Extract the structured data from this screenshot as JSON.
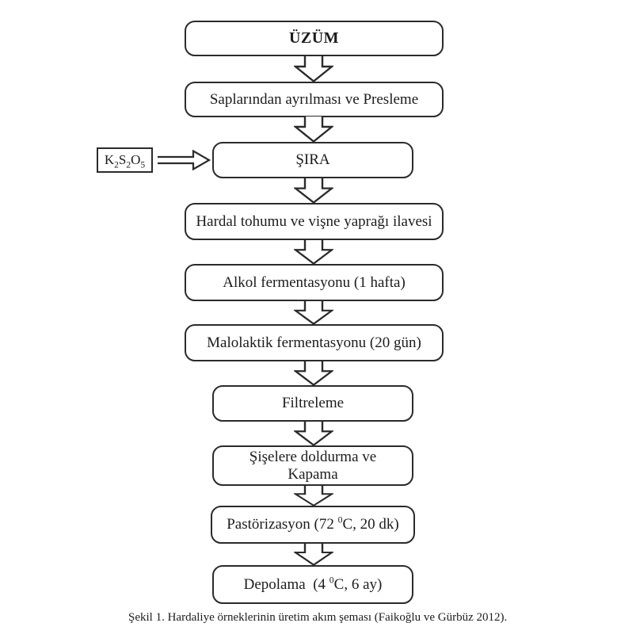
{
  "figure": {
    "caption": "Şekil 1. Hardaliye örneklerinin üretim akım şeması (Faikoğlu ve Gürbüz 2012)."
  },
  "flowchart": {
    "node_uzum": "ÜZÜM",
    "node_presleme": "Saplarından ayrılması ve Presleme",
    "node_sira": "ŞIRA",
    "node_hardal": "Hardal tohumu ve vişne yaprağı ilavesi",
    "node_alkol": "Alkol fermentasyonu (1 hafta)",
    "node_malolaktik": "Malolaktik fermentasyonu (20 gün)",
    "node_filtreleme": "Filtreleme",
    "node_siseleme": {
      "line1": "Şişelere doldurma ve",
      "line2": "Kapama"
    },
    "node_pastorizasyon": {
      "pre": "Pastörizasyon (72 ",
      "sup": "0",
      "post": "C, 20 dk)"
    },
    "node_depolama": {
      "pre": "Depolama  (4 ",
      "sup": "0",
      "post": "C, 6 ay)"
    },
    "side_input": {
      "p1": "K",
      "s1": "2",
      "p2": "S",
      "s2": "2",
      "p3": "O",
      "s3": "5"
    }
  },
  "colors": {
    "line": "#2b2b2b",
    "text": "#1c1c1c",
    "background": "#ffffff"
  }
}
